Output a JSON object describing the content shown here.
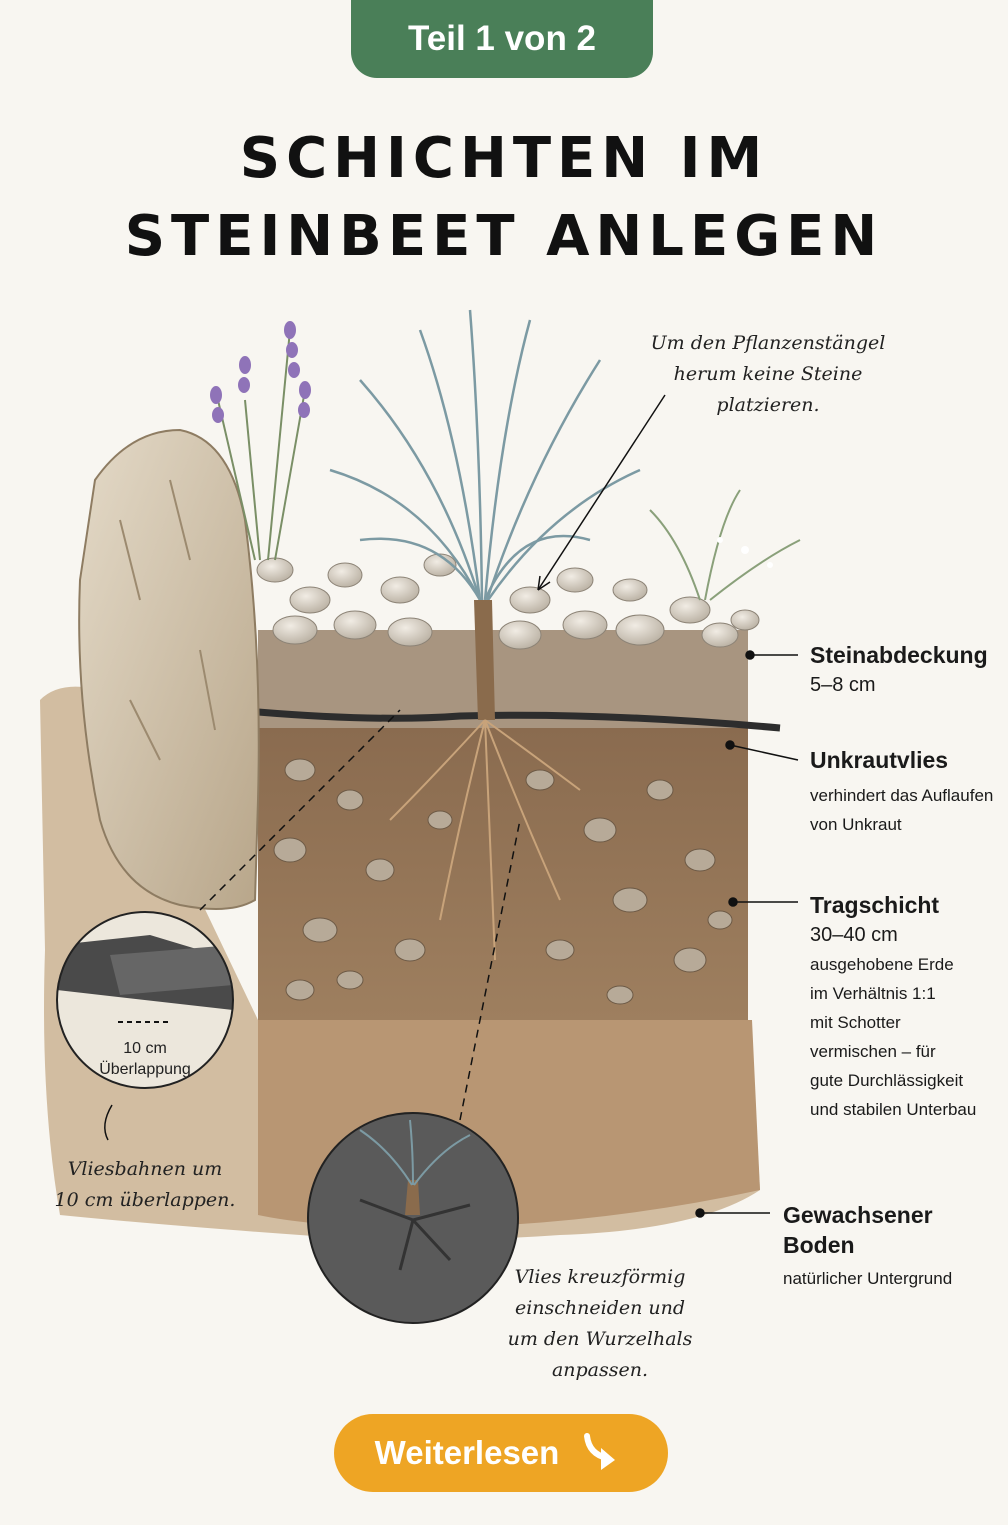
{
  "badge": {
    "label": "Teil 1 von 2"
  },
  "title": {
    "line1": "SCHICHTEN IM",
    "line2": "STEINBEET ANLEGEN"
  },
  "layers": [
    {
      "title": "Steinabdeckung",
      "sub": "5–8 cm",
      "desc": []
    },
    {
      "title": "Unkrautvlies",
      "sub": "",
      "desc": [
        "verhindert das Auflaufen",
        "von Unkraut"
      ]
    },
    {
      "title": "Tragschicht",
      "sub": "30–40 cm",
      "desc": [
        "ausgehobene Erde",
        "im Verhältnis 1:1",
        "mit Schotter",
        "vermischen – für",
        "gute Durchlässigkeit",
        "und stabilen Unterbau"
      ]
    },
    {
      "title": "Gewachsener Boden",
      "sub": "",
      "desc": [
        "natürlicher Untergrund"
      ]
    }
  ],
  "notes": {
    "stem": [
      "Um den Pflanzenstängel",
      "herum keine Steine",
      "platzieren."
    ],
    "overlap": [
      "Vliesbahnen um",
      "10 cm überlappen."
    ],
    "cut": [
      "Vlies kreuzförmig",
      "einschneiden und",
      "um den Wurzelhals",
      "anpassen."
    ]
  },
  "inset": {
    "line1": "10 cm",
    "line2": "Überlappung"
  },
  "cta": {
    "label": "Weiterlesen",
    "icon": "arrow-down-right-icon"
  },
  "colors": {
    "badge": "#4a7f58",
    "cta": "#eea524"
  }
}
